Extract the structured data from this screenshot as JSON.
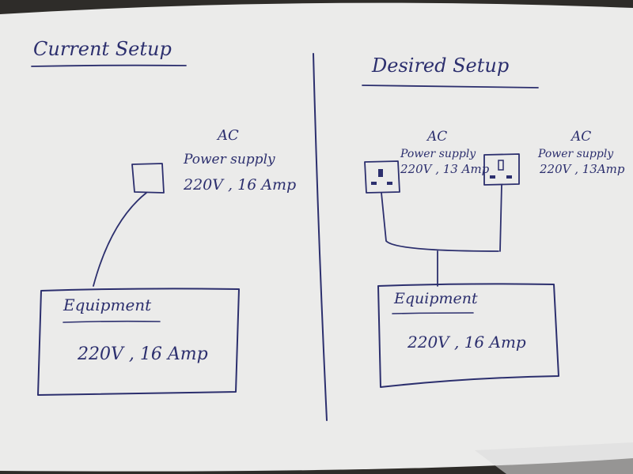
{
  "left": {
    "title": "Current Setup",
    "supply": {
      "line1": "AC",
      "line2": "Power supply",
      "line3": "220V , 16 Amp"
    },
    "equipment": {
      "label": "Equipment",
      "rating": "220V , 16 Amp"
    }
  },
  "right": {
    "title": "Desired Setup",
    "supply_a": {
      "line1": "AC",
      "line2": "Power supply",
      "line3": "220V , 13 Amp"
    },
    "supply_b": {
      "line1": "AC",
      "line2": "Power supply",
      "line3": "220V , 13Amp"
    },
    "equipment": {
      "label": "Equipment",
      "rating": "220V , 16 Amp"
    }
  }
}
